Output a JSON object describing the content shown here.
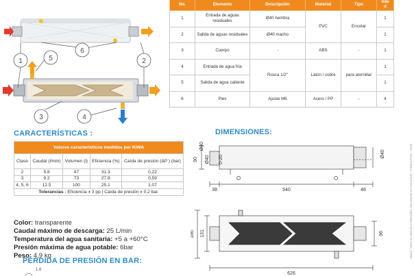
{
  "parts_table": {
    "headers": [
      "No.",
      "Elemento",
      "Descripción",
      "Material",
      "Tipo",
      "tida\nd"
    ],
    "header_qty_l1": "tida",
    "header_qty_l2": "d",
    "rows": [
      {
        "no": "1",
        "elemento": "Entrada de aguas residuales",
        "descripcion": "Ø40 hembra",
        "qty": "1"
      },
      {
        "no": "2",
        "elemento": "Salida de aguas residuales",
        "descripcion": "Ø40 macho",
        "qty": "1"
      },
      {
        "no": "3",
        "elemento": "Cuerpo",
        "descripcion": "-",
        "material": "ABS",
        "tipo": "-",
        "qty": "1"
      },
      {
        "no": "4",
        "elemento": "Entrada de agua fría",
        "qty": "1"
      },
      {
        "no": "5",
        "elemento": "Salida de agua caliente",
        "qty": "1"
      },
      {
        "no": "6",
        "elemento": "Pies",
        "descripcion": "Ajuste M6",
        "material": "Acero / PP",
        "tipo": "-",
        "qty": "4"
      }
    ],
    "merged_pvc": "PVC",
    "merged_encolar": "Encolar",
    "merged_rosca": "Rosca 1/2''",
    "merged_laton": "Latón / cobre",
    "merged_atomillar": "para atornillar"
  },
  "diagram": {
    "callouts": [
      "1",
      "2",
      "3",
      "4",
      "5",
      "6"
    ],
    "arrow_in_color": "#e23b2e",
    "arrow_out_color": "#f0a01e",
    "cold_color": "#2e7ccf"
  },
  "caracteristicas": {
    "title": "CARACTERÍSTICAS :",
    "table_title": "Valores característicos medidos por KIWA",
    "columns": [
      "Clase",
      "Caudal (l/min)",
      "Volumen (l)",
      "Eficiencia (%)",
      "Caída de presión (ΔP ) (bar)"
    ],
    "rows": [
      [
        "2",
        "5.8",
        "47",
        "31.3",
        "0,22"
      ],
      [
        "3",
        "9.2",
        "73",
        "27.8",
        "0,59"
      ],
      [
        "4, 5, 6",
        "12.5",
        "100",
        "25.1",
        "1.07"
      ]
    ],
    "tolerancias_label": "Tolerancias :",
    "tolerancias_text": " Eficiencia ± 3 pp | Caída de presión ± 0,2 bar.",
    "specs": [
      {
        "label": "Color:",
        "value": " transparente"
      },
      {
        "label": "Caudal máximo de descarga:",
        "value": " 25 L/min"
      },
      {
        "label": "Temperatura del agua sanitaria:",
        "value": " +5 a +60°C"
      },
      {
        "label": "Presión máxima de agua potable:",
        "value": " 6bar"
      },
      {
        "label": "Peso:",
        "value": " 4,9 kg"
      }
    ]
  },
  "dimensiones": {
    "title": "DIMENSIONES:",
    "labels": {
      "d40_top": "Ø40",
      "h90": "90",
      "d40_left": "Ø40",
      "range": "0-20",
      "w38": "38",
      "w540": "540",
      "w48": "48",
      "h186": "186",
      "h131": "131",
      "h96": "96",
      "w626": "626"
    }
  },
  "perdida": {
    "title": "PÉRDIDA DE PRESIÓN EN BAR:",
    "y_tick": "1,6"
  },
  "side_note": "Aliaxis. Todos los derechos reservados. Documento no contractual – Créditos fotos : Nicoll"
}
